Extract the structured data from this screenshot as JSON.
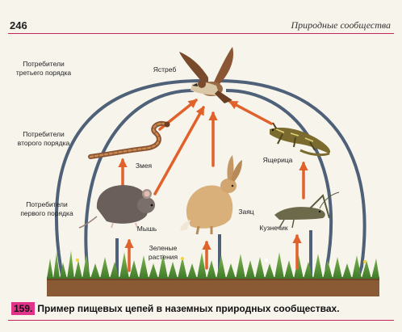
{
  "header": {
    "page_number": "246",
    "running_title": "Природные сообщества"
  },
  "levels": {
    "third_line1": "Потребители",
    "third_line2": "третьего порядка",
    "second_line1": "Потребители",
    "second_line2": "второго порядка",
    "first_line1": "Потребители",
    "first_line2": "первого порядка"
  },
  "organisms": {
    "hawk": "Ястреб",
    "snake": "Змея",
    "lizard": "Ящерица",
    "mouse": "Мышь",
    "hare": "Заяц",
    "grasshopper": "Кузнечик",
    "plants_line1": "Зеленые",
    "plants_line2": "растения"
  },
  "caption": {
    "number": "159.",
    "text": "Пример пищевых цепей в наземных природных сообществах."
  },
  "colors": {
    "feeding_arrow": "#e0622a",
    "decomposition_arrow": "#4f6178",
    "soil": "#8a5a34",
    "grass": "#5f9a3a",
    "accent": "#c0245a"
  }
}
